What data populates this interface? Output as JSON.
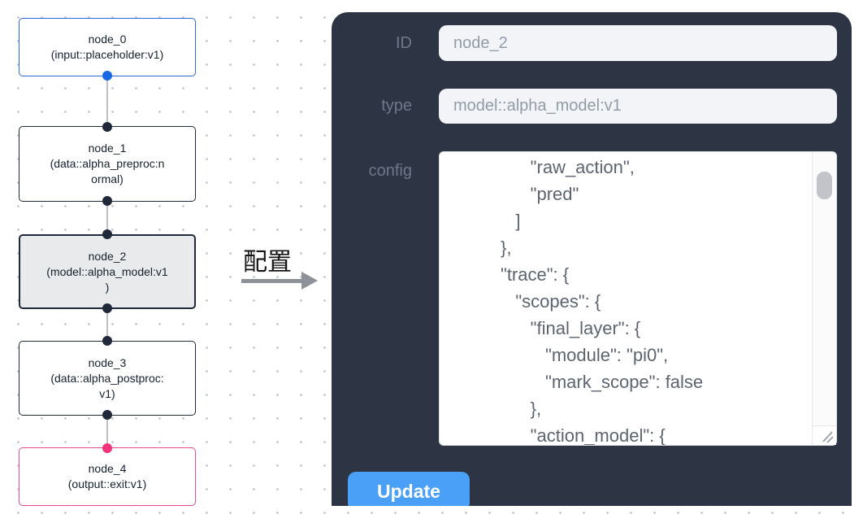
{
  "flow": {
    "nodes": [
      {
        "lines": [
          "node_0",
          "(input::placeholder:v1)"
        ]
      },
      {
        "lines": [
          "node_1",
          "(data::alpha_preproc:n",
          "ormal)"
        ]
      },
      {
        "lines": [
          "node_2",
          "(model::alpha_model:v1",
          ")"
        ]
      },
      {
        "lines": [
          "node_3",
          "(data::alpha_postproc:",
          "v1)"
        ]
      },
      {
        "lines": [
          "node_4",
          "(output::exit:v1)"
        ]
      }
    ]
  },
  "arrow": {
    "label": "配置"
  },
  "panel": {
    "fields": [
      {
        "label": "ID",
        "value": "node_2"
      },
      {
        "label": "type",
        "value": "model::alpha_model:v1"
      }
    ],
    "config_label": "config",
    "config_lines": [
      "               \"raw_action\",",
      "               \"pred\"",
      "            ]",
      "         },",
      "         \"trace\": {",
      "            \"scopes\": {",
      "               \"final_layer\": {",
      "                  \"module\": \"pi0\",",
      "                  \"mark_scope\": false",
      "               },",
      "               \"action_model\": {"
    ],
    "update_label": "Update"
  },
  "colors": {
    "panel_bg": "#2d3444",
    "accent_blue": "#4aa0f6",
    "node_input_border": "#2e68d5",
    "node_output_border": "#ea4a91",
    "node_selected_bg": "#e9eaec",
    "port_blue": "#1668e3",
    "port_pink": "#f2337d"
  }
}
